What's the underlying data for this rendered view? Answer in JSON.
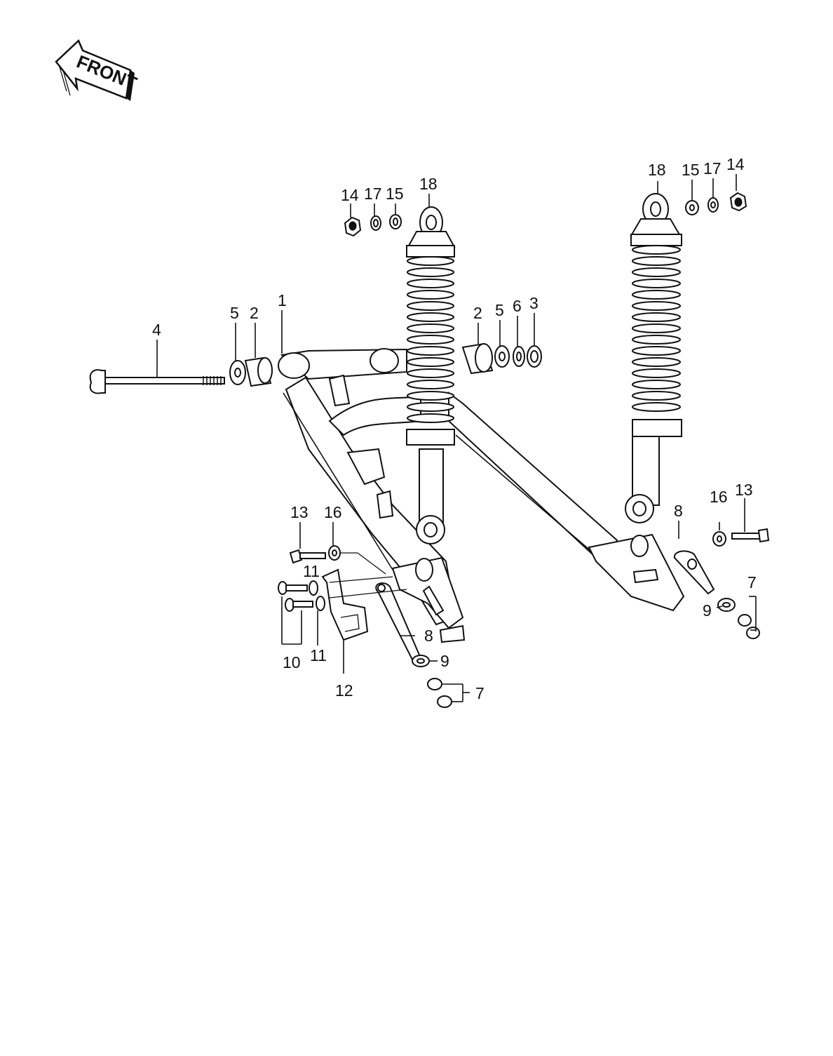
{
  "front_arrow": {
    "label": "FRONT"
  },
  "callouts": [
    {
      "id": "c14a",
      "text": "14"
    },
    {
      "id": "c17a",
      "text": "17"
    },
    {
      "id": "c15a",
      "text": "15"
    },
    {
      "id": "c18a",
      "text": "18"
    },
    {
      "id": "c18b",
      "text": "18"
    },
    {
      "id": "c15b",
      "text": "15"
    },
    {
      "id": "c17b",
      "text": "17"
    },
    {
      "id": "c14b",
      "text": "14"
    },
    {
      "id": "c4",
      "text": "4"
    },
    {
      "id": "c5a",
      "text": "5"
    },
    {
      "id": "c2a",
      "text": "2"
    },
    {
      "id": "c1",
      "text": "1"
    },
    {
      "id": "c2b",
      "text": "2"
    },
    {
      "id": "c5b",
      "text": "5"
    },
    {
      "id": "c6",
      "text": "6"
    },
    {
      "id": "c3",
      "text": "3"
    },
    {
      "id": "c13a",
      "text": "13"
    },
    {
      "id": "c16a",
      "text": "16"
    },
    {
      "id": "c11a",
      "text": "11"
    },
    {
      "id": "c11b",
      "text": "11"
    },
    {
      "id": "c10",
      "text": "10"
    },
    {
      "id": "c12",
      "text": "12"
    },
    {
      "id": "c8a",
      "text": "8"
    },
    {
      "id": "c9a",
      "text": "9"
    },
    {
      "id": "c7a",
      "text": "7"
    },
    {
      "id": "c8b",
      "text": "8"
    },
    {
      "id": "c16b",
      "text": "16"
    },
    {
      "id": "c13b",
      "text": "13"
    },
    {
      "id": "c9b",
      "text": "9"
    },
    {
      "id": "c7b",
      "text": "7"
    }
  ]
}
